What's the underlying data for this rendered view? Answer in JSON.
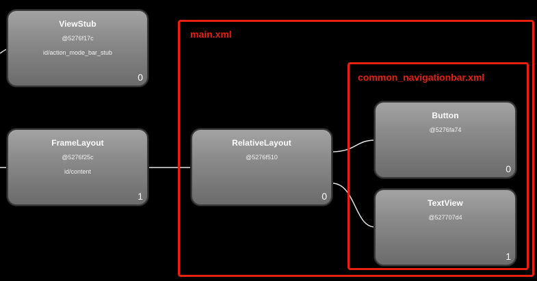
{
  "nodes": [
    {
      "key": "viewstub",
      "title": "ViewStub",
      "hash": "@5276f17c",
      "id": "id/action_mode_bar_stub",
      "count": "0"
    },
    {
      "key": "framelayout",
      "title": "FrameLayout",
      "hash": "@5276f25c",
      "id": "id/content",
      "count": "1"
    },
    {
      "key": "relativelayout",
      "title": "RelativeLayout",
      "hash": "@5276f510",
      "id": "",
      "count": "0"
    },
    {
      "key": "button",
      "title": "Button",
      "hash": "@5276fa74",
      "id": "",
      "count": "0"
    },
    {
      "key": "textview",
      "title": "TextView",
      "hash": "@527707d4",
      "id": "",
      "count": "1"
    }
  ],
  "groups": {
    "main": {
      "label": "main.xml"
    },
    "navbar": {
      "label": "common_navigationbar.xml"
    }
  },
  "colors": {
    "background": "#000000",
    "group_border": "#e8200f",
    "wire": "#e6e6e6",
    "node_border": "#3a3a3a"
  }
}
